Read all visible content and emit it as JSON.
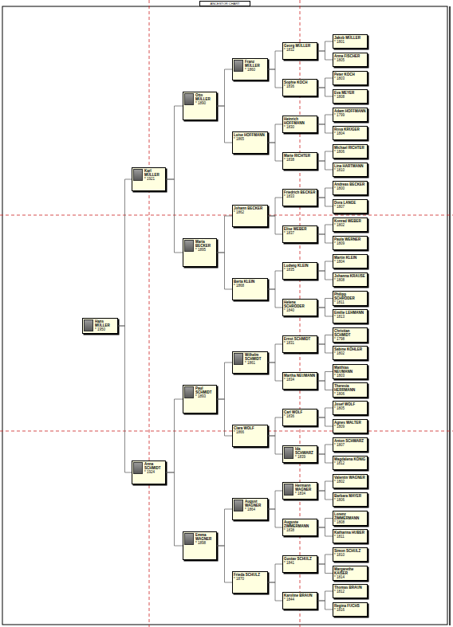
{
  "diagram": {
    "title": "ANCESTOR CHART",
    "nodes": [
      {
        "text": [
          "Hans MÜLLER",
          "* 1950"
        ]
      },
      {
        "text": [
          "Karl MÜLLER",
          "* 1921"
        ]
      },
      {
        "text": [
          "Anna SCHMIDT",
          "* 1924"
        ]
      },
      {
        "text": [
          "Otto MÜLLER",
          "* 1890"
        ]
      },
      {
        "text": [
          "Maria BECKER",
          "* 1895"
        ]
      },
      {
        "text": [
          "Paul SCHMIDT",
          "* 1893"
        ]
      },
      {
        "text": [
          "Emma WAGNER",
          "* 1898"
        ]
      },
      {
        "text": [
          "Franz MÜLLER",
          "* 1860"
        ]
      },
      {
        "text": [
          "Luise HOFFMANN",
          "* 1865"
        ]
      },
      {
        "text": [
          "Johann BECKER",
          "* 1862"
        ]
      },
      {
        "text": [
          "Berta KLEIN",
          "* 1868"
        ]
      },
      {
        "text": [
          "Wilhelm SCHMIDT",
          "* 1861"
        ]
      },
      {
        "text": [
          "Clara WOLF",
          "* 1866"
        ]
      },
      {
        "text": [
          "August WAGNER",
          "* 1864"
        ]
      },
      {
        "text": [
          "Frieda SCHULZ",
          "* 1870"
        ]
      },
      {
        "text": [
          "Georg MÜLLER",
          "* 1832"
        ]
      },
      {
        "text": [
          "Sophie KOCH",
          "* 1836"
        ]
      },
      {
        "text": [
          "Heinrich HOFFMANN",
          "* 1830"
        ]
      },
      {
        "text": [
          "Marie RICHTER",
          "* 1838"
        ]
      },
      {
        "text": [
          "Friedrich BECKER",
          "* 1833"
        ]
      },
      {
        "text": [
          "Elise WEBER",
          "* 1837"
        ]
      },
      {
        "text": [
          "Ludwig KLEIN",
          "* 1835"
        ]
      },
      {
        "text": [
          "Helene SCHRÖDER",
          "* 1840"
        ]
      },
      {
        "text": [
          "Ernst SCHMIDT",
          "* 1831"
        ]
      },
      {
        "text": [
          "Martha NEUMANN",
          "* 1834"
        ]
      },
      {
        "text": [
          "Carl WOLF",
          "* 1836"
        ]
      },
      {
        "text": [
          "Ida SCHWARZ",
          "* 1839"
        ]
      },
      {
        "text": [
          "Hermann WAGNER",
          "* 1834"
        ]
      },
      {
        "text": [
          "Auguste ZIMMERMANN",
          "* 1838"
        ]
      },
      {
        "text": [
          "Gustav SCHULZ",
          "* 1841"
        ]
      },
      {
        "text": [
          "Karoline BRAUN",
          "* 1844"
        ]
      },
      {
        "text": [
          "Jakob MÜLLER",
          "* 1801"
        ]
      },
      {
        "text": [
          "Anna FISCHER",
          "* 1805"
        ]
      },
      {
        "text": [
          "Peter KOCH",
          "* 1803"
        ]
      },
      {
        "text": [
          "Eva MEYER",
          "* 1808"
        ]
      },
      {
        "text": [
          "Adam HOFFMANN",
          "* 1799"
        ]
      },
      {
        "text": [
          "Rosa KRÜGER",
          "* 1804"
        ]
      },
      {
        "text": [
          "Michael RICHTER",
          "* 1806"
        ]
      },
      {
        "text": [
          "Lina HARTMANN",
          "* 1810"
        ]
      },
      {
        "text": [
          "Andreas BECKER",
          "* 1800"
        ]
      },
      {
        "text": [
          "Dora LANGE",
          "* 1807"
        ]
      },
      {
        "text": [
          "Konrad WEBER",
          "* 1802"
        ]
      },
      {
        "text": [
          "Paula WERNER",
          "* 1809"
        ]
      },
      {
        "text": [
          "Martin KLEIN",
          "* 1804"
        ]
      },
      {
        "text": [
          "Johanna KRAUSE",
          "* 1808"
        ]
      },
      {
        "text": [
          "Philipp SCHRÖDER",
          "* 1811"
        ]
      },
      {
        "text": [
          "Emilie LEHMANN",
          "* 1813"
        ]
      },
      {
        "text": [
          "Christian SCHMIDT",
          "* 1798"
        ]
      },
      {
        "text": [
          "Sabine KÖHLER",
          "* 1802"
        ]
      },
      {
        "text": [
          "Matthias NEUMANN",
          "* 1803"
        ]
      },
      {
        "text": [
          "Theresia HERRMANN",
          "* 1806"
        ]
      },
      {
        "text": [
          "Josef WOLF",
          "* 1805"
        ]
      },
      {
        "text": [
          "Agnes WALTER",
          "* 1809"
        ]
      },
      {
        "text": [
          "Anton SCHWARZ",
          "* 1807"
        ]
      },
      {
        "text": [
          "Magdalena KÖNIG",
          "* 1812"
        ]
      },
      {
        "text": [
          "Valentin WAGNER",
          "* 1802"
        ]
      },
      {
        "text": [
          "Barbara MAYER",
          "* 1806"
        ]
      },
      {
        "text": [
          "Lorenz ZIMMERMANN",
          "* 1808"
        ]
      },
      {
        "text": [
          "Katharina HUBER",
          "* 1811"
        ]
      },
      {
        "text": [
          "Simon SCHULZ",
          "* 1810"
        ]
      },
      {
        "text": [
          "Margarethe KAISER",
          "* 1814"
        ]
      },
      {
        "text": [
          "Thomas BRAUN",
          "* 1812"
        ]
      },
      {
        "text": [
          "Regina FUCHS",
          "* 1816"
        ]
      }
    ],
    "edges": [
      {
        "from": 0,
        "to": 1,
        "arrow": "none"
      },
      {
        "from": 0,
        "to": 2,
        "arrow": "none"
      },
      {
        "from": 1,
        "to": 3,
        "arrow": "none"
      },
      {
        "from": 1,
        "to": 4,
        "arrow": "none"
      },
      {
        "from": 2,
        "to": 5,
        "arrow": "none"
      },
      {
        "from": 2,
        "to": 6,
        "arrow": "none"
      },
      {
        "from": 3,
        "to": 7,
        "arrow": "none"
      },
      {
        "from": 3,
        "to": 8,
        "arrow": "none"
      },
      {
        "from": 4,
        "to": 9,
        "arrow": "none"
      },
      {
        "from": 4,
        "to": 10,
        "arrow": "none"
      },
      {
        "from": 5,
        "to": 11,
        "arrow": "none"
      },
      {
        "from": 5,
        "to": 12,
        "arrow": "none"
      },
      {
        "from": 6,
        "to": 13,
        "arrow": "none"
      },
      {
        "from": 6,
        "to": 14,
        "arrow": "none"
      },
      {
        "from": 7,
        "to": 15,
        "arrow": "none"
      },
      {
        "from": 7,
        "to": 16,
        "arrow": "none"
      },
      {
        "from": 8,
        "to": 17,
        "arrow": "none"
      },
      {
        "from": 8,
        "to": 18,
        "arrow": "none"
      },
      {
        "from": 9,
        "to": 19,
        "arrow": "none"
      },
      {
        "from": 9,
        "to": 20,
        "arrow": "none"
      },
      {
        "from": 10,
        "to": 21,
        "arrow": "none"
      },
      {
        "from": 10,
        "to": 22,
        "arrow": "none"
      },
      {
        "from": 11,
        "to": 23,
        "arrow": "none"
      },
      {
        "from": 11,
        "to": 24,
        "arrow": "none"
      },
      {
        "from": 12,
        "to": 25,
        "arrow": "none"
      },
      {
        "from": 12,
        "to": 26,
        "arrow": "none"
      },
      {
        "from": 13,
        "to": 27,
        "arrow": "none"
      },
      {
        "from": 13,
        "to": 28,
        "arrow": "none"
      },
      {
        "from": 14,
        "to": 29,
        "arrow": "none"
      },
      {
        "from": 14,
        "to": 30,
        "arrow": "none"
      },
      {
        "from": 15,
        "to": 31,
        "arrow": "none"
      },
      {
        "from": 15,
        "to": 32,
        "arrow": "none"
      },
      {
        "from": 16,
        "to": 33,
        "arrow": "none"
      },
      {
        "from": 16,
        "to": 34,
        "arrow": "none"
      },
      {
        "from": 17,
        "to": 35,
        "arrow": "none"
      },
      {
        "from": 17,
        "to": 36,
        "arrow": "none"
      },
      {
        "from": 18,
        "to": 37,
        "arrow": "none"
      },
      {
        "from": 18,
        "to": 38,
        "arrow": "none"
      },
      {
        "from": 19,
        "to": 39,
        "arrow": "none"
      },
      {
        "from": 19,
        "to": 40,
        "arrow": "none"
      },
      {
        "from": 20,
        "to": 41,
        "arrow": "none"
      },
      {
        "from": 20,
        "to": 42,
        "arrow": "none"
      },
      {
        "from": 21,
        "to": 43,
        "arrow": "none"
      },
      {
        "from": 21,
        "to": 44,
        "arrow": "none"
      },
      {
        "from": 22,
        "to": 45,
        "arrow": "none"
      },
      {
        "from": 22,
        "to": 46,
        "arrow": "none"
      },
      {
        "from": 23,
        "to": 47,
        "arrow": "none"
      },
      {
        "from": 23,
        "to": 48,
        "arrow": "none"
      },
      {
        "from": 24,
        "to": 49,
        "arrow": "none"
      },
      {
        "from": 24,
        "to": 50,
        "arrow": "none"
      },
      {
        "from": 25,
        "to": 51,
        "arrow": "none"
      },
      {
        "from": 25,
        "to": 52,
        "arrow": "none"
      },
      {
        "from": 26,
        "to": 53,
        "arrow": "none"
      },
      {
        "from": 26,
        "to": 54,
        "arrow": "none"
      },
      {
        "from": 27,
        "to": 55,
        "arrow": "none"
      },
      {
        "from": 27,
        "to": 56,
        "arrow": "none"
      },
      {
        "from": 28,
        "to": 57,
        "arrow": "none"
      },
      {
        "from": 28,
        "to": 58,
        "arrow": "none"
      },
      {
        "from": 29,
        "to": 59,
        "arrow": "none"
      },
      {
        "from": 29,
        "to": 60,
        "arrow": "none"
      },
      {
        "from": 30,
        "to": 61,
        "arrow": "none"
      },
      {
        "from": 30,
        "to": 62,
        "arrow": "none"
      }
    ]
  }
}
